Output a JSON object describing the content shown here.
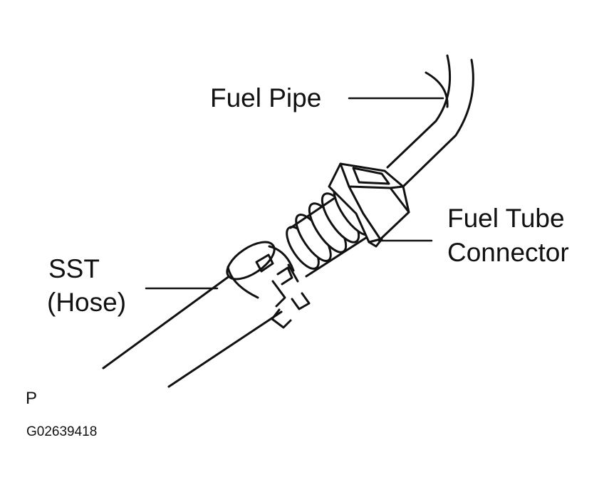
{
  "labels": {
    "fuel_pipe": "Fuel Pipe",
    "fuel_tube_connector_line1": "Fuel Tube",
    "fuel_tube_connector_line2": "Connector",
    "sst_line1": "SST",
    "sst_line2": "(Hose)",
    "corner_letter": "P",
    "figure_code": "G02639418"
  },
  "colors": {
    "ink": "#111111",
    "background": "#ffffff"
  }
}
